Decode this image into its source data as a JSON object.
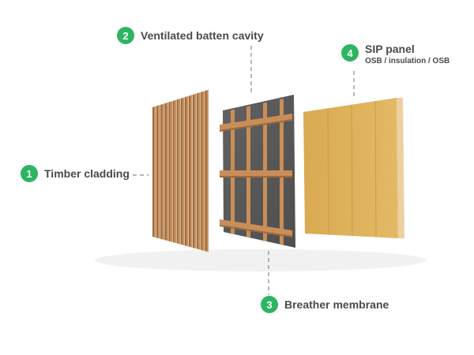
{
  "colors": {
    "badge": "#2db563",
    "text": "#4a4a4a",
    "timber": "#c98e58",
    "timber_dark": "#9c6a3c",
    "membrane": "#5a5a5a",
    "sip_face": "#ddb15a",
    "sip_edge": "#e8c48a"
  },
  "labels": [
    {
      "num": "1",
      "title": "Timber cladding"
    },
    {
      "num": "2",
      "title": "Ventilated batten cavity"
    },
    {
      "num": "3",
      "title": "Breather membrane"
    },
    {
      "num": "4",
      "title": "SIP panel",
      "subtitle": "OSB / insulation / OSB"
    }
  ]
}
